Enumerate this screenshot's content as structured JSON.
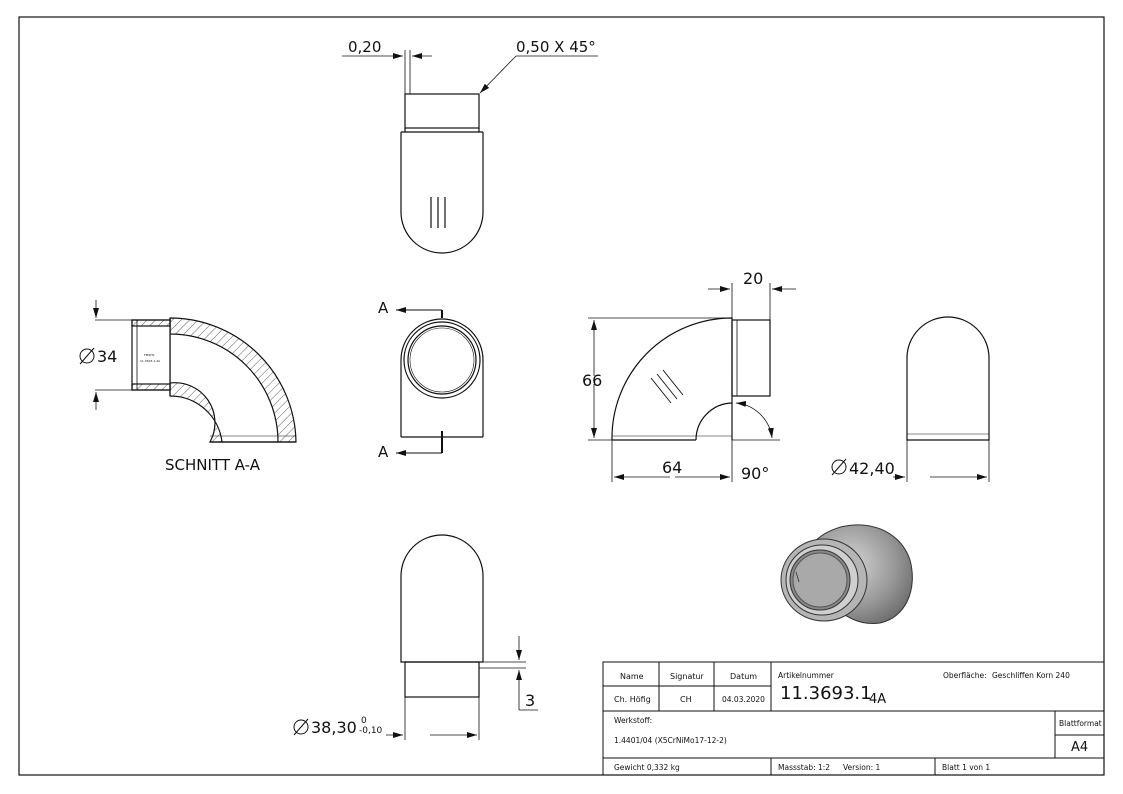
{
  "dimensions": {
    "d1": "0,20",
    "chamfer": "0,50 X 45°",
    "dia34": "34",
    "len20": "20",
    "h66": "66",
    "w64": "64",
    "angle": "90°",
    "dia42": "42,40",
    "dia38": "38,30",
    "tol_upper": "0",
    "tol_lower": "-0,10",
    "step3": "3"
  },
  "section": {
    "marker_top": "A",
    "marker_bottom": "A",
    "label": "SCHNITT A-A"
  },
  "title_block": {
    "col_name": "Name",
    "col_signatur": "Signatur",
    "col_datum": "Datum",
    "name": "Ch. Höfig",
    "signatur": "CH",
    "datum": "04.03.2020",
    "artikel_label": "Artikelnummer",
    "artikel_main": "11.3693.1",
    "artikel_sub": "4A",
    "oberflaeche_label": "Oberfläche:",
    "oberflaeche_value": "Geschliffen Korn 240",
    "werkstoff_label": "Werkstoff:",
    "werkstoff_value": "1.4401/04 (X5CrNiMo17-12-2)",
    "blattformat_label": "Blattformat",
    "blattformat_value": "A4",
    "gewicht": "Gewicht 0,332 kg",
    "massstab": "Massstab: 1:2",
    "version": "Version: 1",
    "blatt": "Blatt 1 von 1"
  }
}
